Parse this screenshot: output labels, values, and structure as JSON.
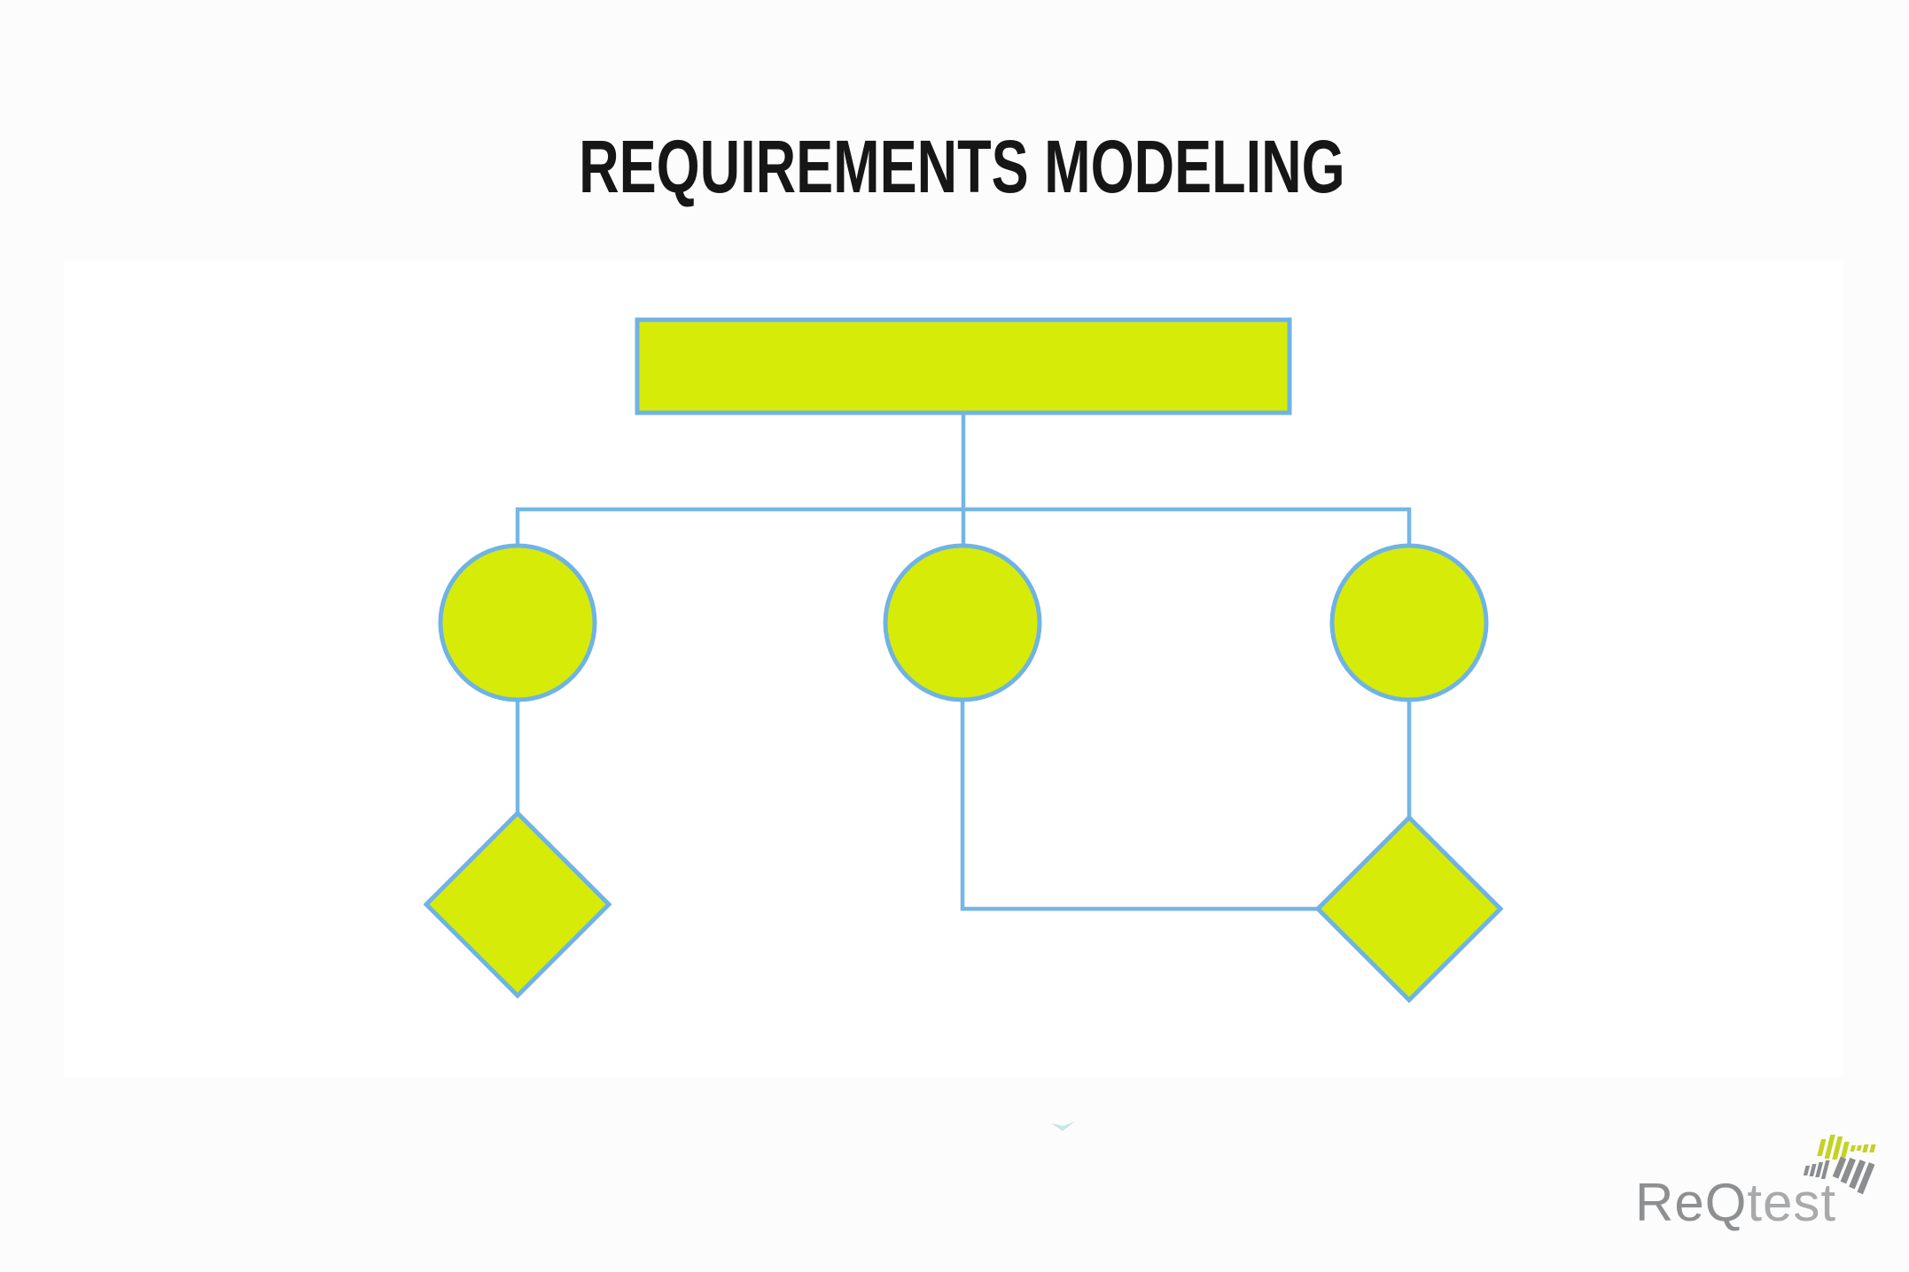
{
  "page": {
    "title": "REQUIREMENTS MODELING"
  },
  "logo": {
    "prefix": "ReQ",
    "suffix": "test"
  },
  "colors": {
    "background": "#fcfcfc",
    "canvas": "#ffffff",
    "title_text": "#161616",
    "shape_fill": "#d6ec08",
    "shape_stroke": "#6fb3e4",
    "connector": "#74b6e6",
    "logo_gray_dark": "#8d8f91",
    "logo_gray_light": "#a7a9ab",
    "logo_mark_green": "#c3d322",
    "logo_mark_gray": "#8b8d90",
    "artifact_teal": "#9ed6da"
  },
  "diagram": {
    "nodes": [
      {
        "id": "root-box",
        "shape": "rectangle",
        "label": ""
      },
      {
        "id": "circle-left",
        "shape": "circle",
        "label": ""
      },
      {
        "id": "circle-middle",
        "shape": "circle",
        "label": ""
      },
      {
        "id": "circle-right",
        "shape": "circle",
        "label": ""
      },
      {
        "id": "diamond-left",
        "shape": "diamond",
        "label": ""
      },
      {
        "id": "diamond-right",
        "shape": "diamond",
        "label": ""
      }
    ],
    "edges": [
      {
        "from": "root-box",
        "to": "circle-left"
      },
      {
        "from": "root-box",
        "to": "circle-middle"
      },
      {
        "from": "root-box",
        "to": "circle-right"
      },
      {
        "from": "circle-left",
        "to": "diamond-left"
      },
      {
        "from": "circle-middle",
        "to": "diamond-right"
      },
      {
        "from": "circle-right",
        "to": "diamond-right"
      }
    ]
  }
}
